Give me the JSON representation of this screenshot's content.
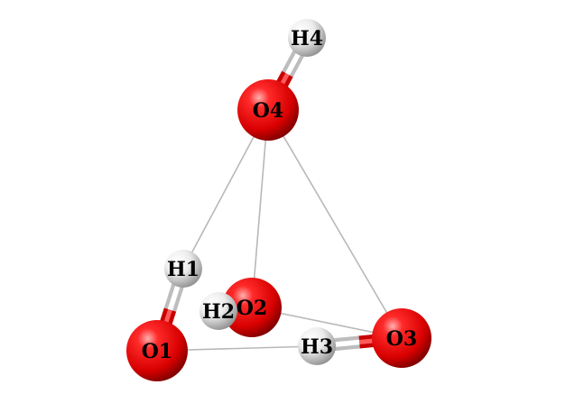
{
  "atoms": [
    {
      "id": "O1",
      "label": "O1",
      "element": "oxygen"
    },
    {
      "id": "O2",
      "label": "O2",
      "element": "oxygen"
    },
    {
      "id": "O3",
      "label": "O3",
      "element": "oxygen"
    },
    {
      "id": "O4",
      "label": "O4",
      "element": "oxygen"
    },
    {
      "id": "H1",
      "label": "H1",
      "element": "hydrogen"
    },
    {
      "id": "H2",
      "label": "H2",
      "element": "hydrogen"
    },
    {
      "id": "H3",
      "label": "H3",
      "element": "hydrogen"
    },
    {
      "id": "H4",
      "label": "H4",
      "element": "hydrogen"
    }
  ],
  "covalent_bonds": [
    [
      "O1",
      "H1"
    ],
    [
      "O2",
      "H2"
    ],
    [
      "O3",
      "H3"
    ],
    [
      "O4",
      "H4"
    ]
  ],
  "hydrogen_bonds": [
    [
      "O4",
      "H1"
    ],
    [
      "O4",
      "O2"
    ],
    [
      "O4",
      "O3"
    ],
    [
      "O1",
      "H3"
    ],
    [
      "O2",
      "O3"
    ]
  ],
  "colors": {
    "oxygen": "#e00000",
    "hydrogen": "#e8e8e8",
    "bond_line": "#b8b8b8",
    "label": "#000000",
    "background": "#ffffff"
  }
}
